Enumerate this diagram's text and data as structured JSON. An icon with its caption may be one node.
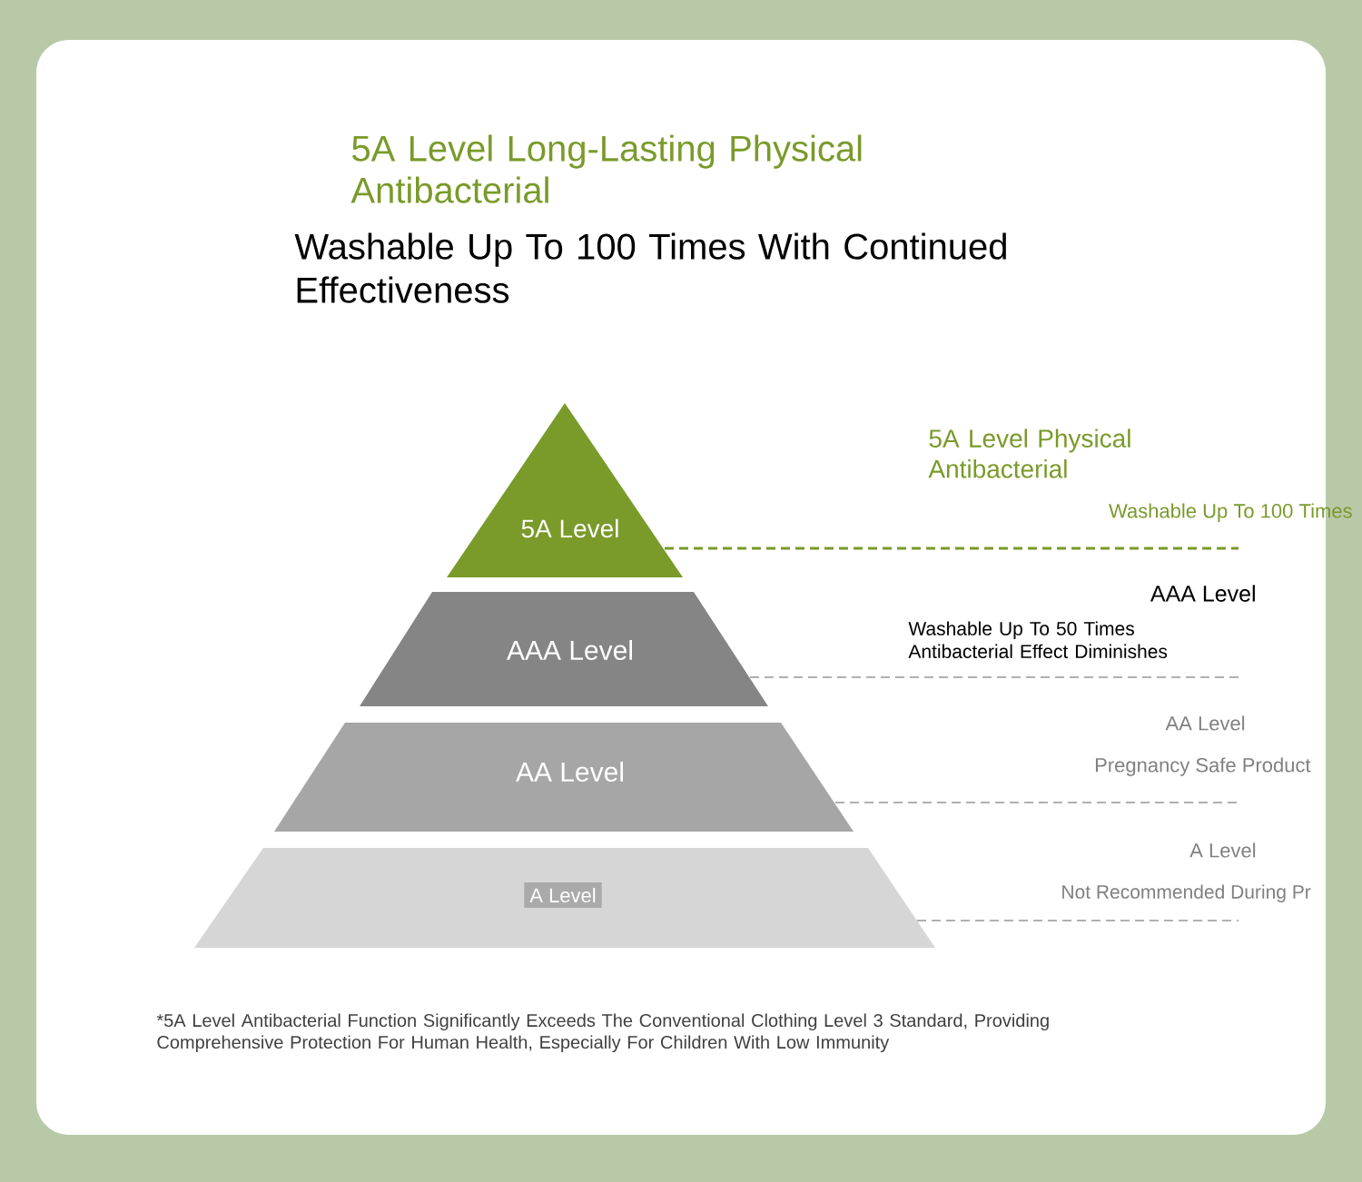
{
  "diagram": {
    "title": "5A Level Long-Lasting Physical Antibacterial",
    "nodes": [
      {
        "text": [
          "5A Level"
        ]
      },
      {
        "text": [
          "AAA Level"
        ]
      },
      {
        "text": [
          "AA Level"
        ]
      },
      {
        "text": [
          "A Level"
        ]
      }
    ],
    "edges": [
      {
        "from": 0,
        "to": null,
        "arrow": "none",
        "style": "dashed",
        "color": "#7a9a2a"
      },
      {
        "from": 1,
        "to": null,
        "arrow": "none",
        "style": "dashed"
      },
      {
        "from": 2,
        "to": null,
        "arrow": "none",
        "style": "dashed"
      },
      {
        "from": 3,
        "to": null,
        "arrow": "none",
        "style": "dashed"
      }
    ],
    "labels": [
      "Washable Up To 100 Times With Continued Effectiveness",
      "5A Level Physical Antibacterial",
      "Washable Up To 100 Times",
      "AAA Level",
      "Washable Up To 50 Times Antibacterial Effect Diminishes",
      "AA Level",
      "Pregnancy Safe Product",
      "A Level",
      "Not Recommended During Pr",
      "*5A Level Antibacterial Function Significantly Exceeds The Conventional Clothing Level 3 Standard, Providing Comprehensive Protection For Human Health, Especially For Children With Low Immunity"
    ]
  }
}
